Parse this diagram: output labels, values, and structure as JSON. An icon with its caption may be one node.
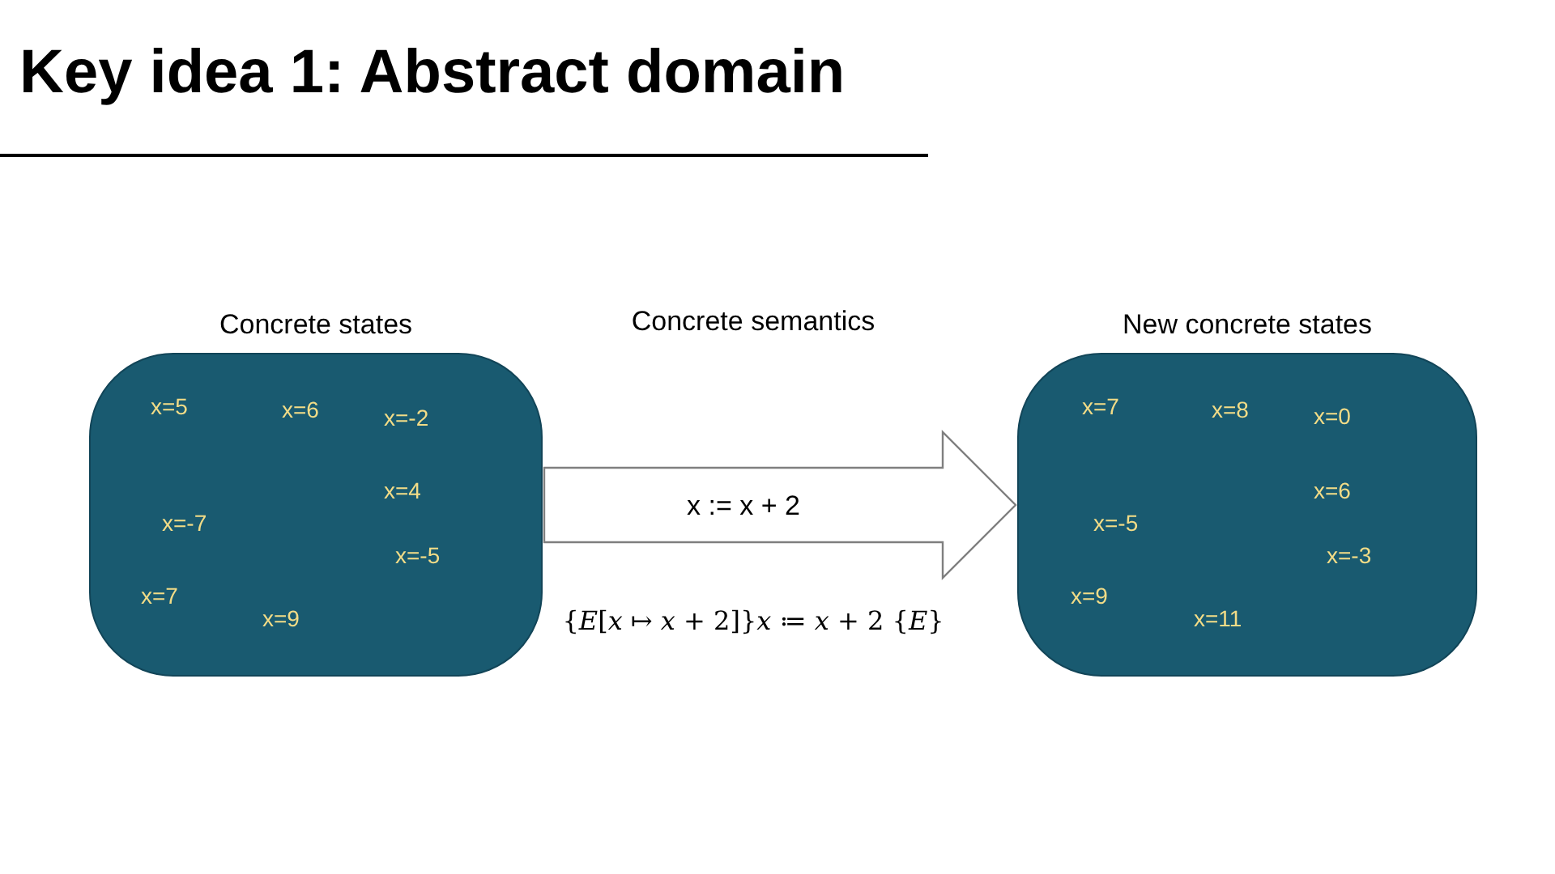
{
  "diagram": {
    "title": "Key idea 1: Abstract domain",
    "nodes": [
      {
        "text": [
          "Concrete states",
          "x=5",
          "x=6",
          "x=-2",
          "x=4",
          "x=-7",
          "x=-5",
          "x=7",
          "x=9"
        ]
      },
      {
        "text": [
          "New concrete states",
          "x=7",
          "x=8",
          "x=0",
          "x=6",
          "x=-5",
          "x=-3",
          "x=9",
          "x=11"
        ]
      }
    ],
    "edges": [
      {
        "from": 0,
        "to": 1,
        "arrow": "to",
        "label": "x := x + 2",
        "style": "thick"
      }
    ],
    "labels": [
      "Concrete semantics",
      "{*E*[*x* ↦ *x* + 2]}*x* ≔ *x* + 2 {*E*}"
    ]
  }
}
